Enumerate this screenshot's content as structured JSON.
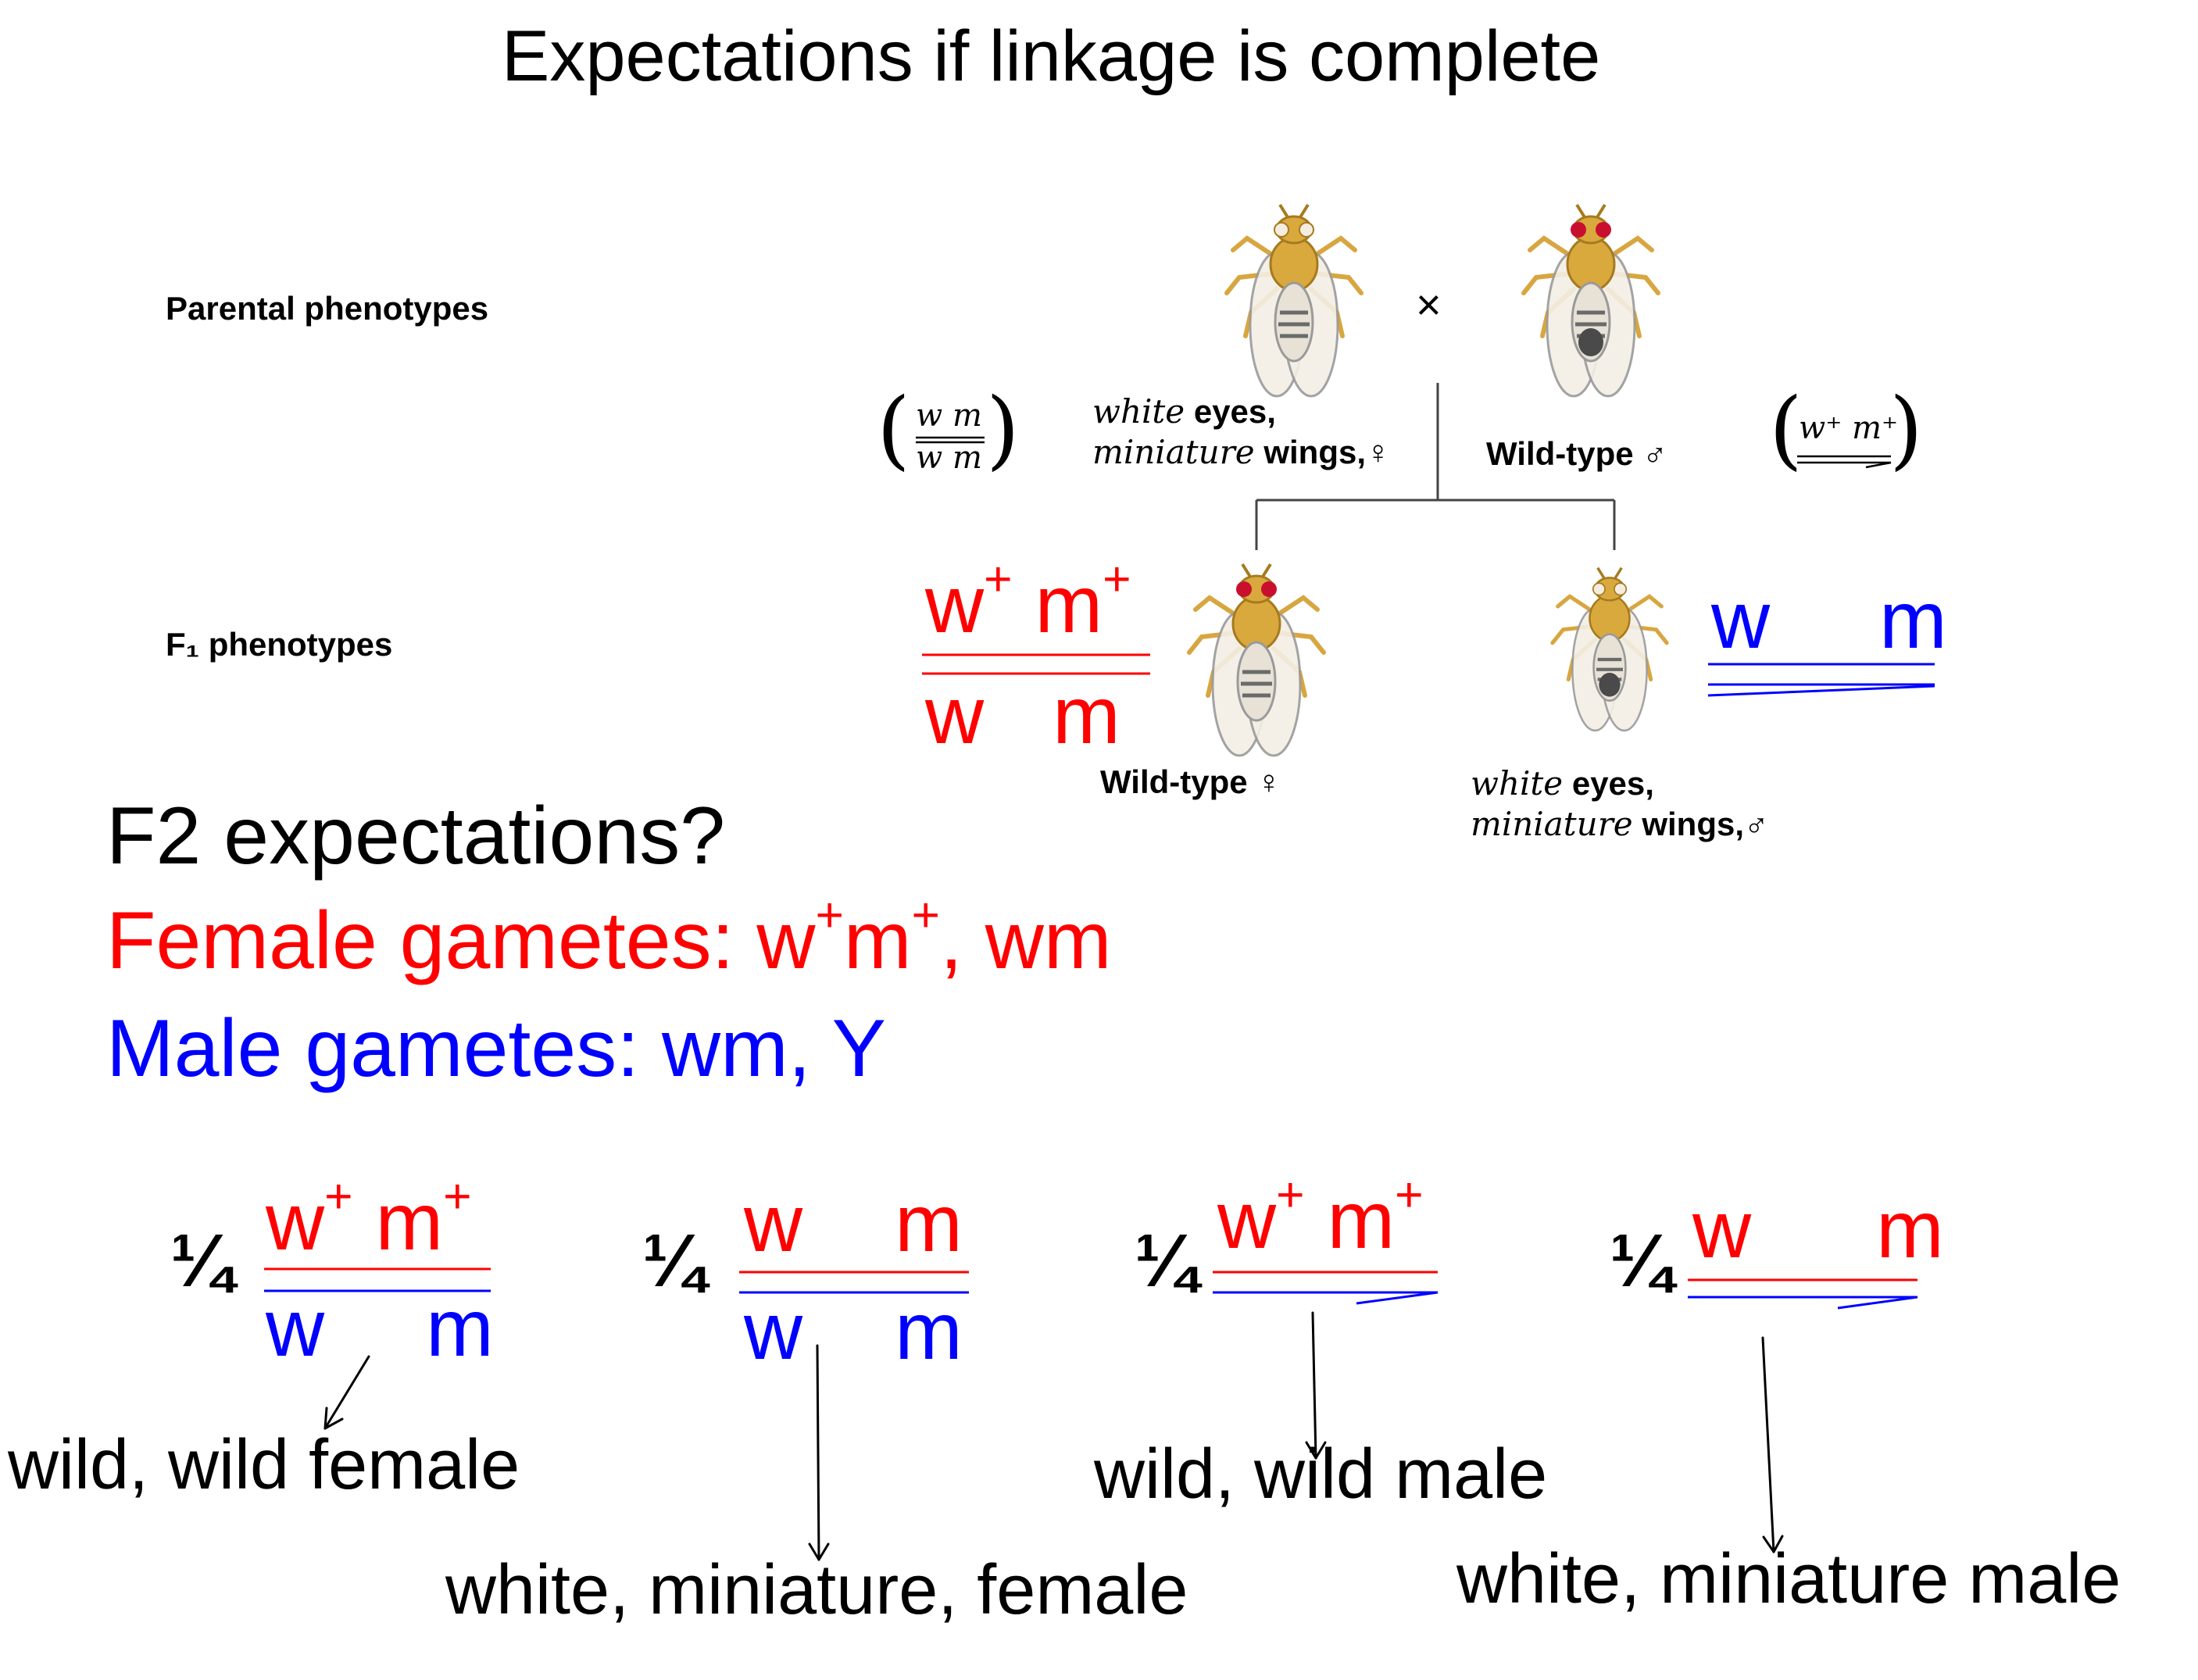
{
  "title": "Expectations if linkage is complete",
  "labels": {
    "parental_phenotypes": "Parental phenotypes",
    "f1_phenotypes": "F₁ phenotypes",
    "cross_symbol": "×"
  },
  "parents": {
    "female": {
      "genotype_top": "w m",
      "genotype_bottom": "w m",
      "desc_line1_italic": "white",
      "desc_line1_rest": " eyes,",
      "desc_line2_italic": "miniature",
      "desc_line2_rest": " wings,♀"
    },
    "male": {
      "genotype_top": "w⁺ m⁺",
      "desc": "Wild-type ♂"
    }
  },
  "f1": {
    "female": {
      "top_w": "w",
      "top_m": "m",
      "plus": "+",
      "bottom_w": "w",
      "bottom_m": "m",
      "desc": "Wild-type ♀"
    },
    "male": {
      "top_w": "w",
      "top_m": "m",
      "desc_line1_italic": "white",
      "desc_line1_rest": " eyes,",
      "desc_line2_italic": "miniature",
      "desc_line2_rest": " wings,♂"
    }
  },
  "questions": {
    "f2": "F2 expectations?",
    "female_gametes_prefix": "Female gametes: w",
    "female_gametes_mid": "m",
    "female_gametes_suffix": ", wm",
    "plus": "+",
    "male_gametes": "Male gametes: wm, Y"
  },
  "offspring": [
    {
      "fraction": "¼",
      "top_w": "w",
      "top_m": "m",
      "top_plus": true,
      "bottom_w": "w",
      "bottom_m": "m",
      "result": "wild, wild female"
    },
    {
      "fraction": "¼",
      "top_w": "w",
      "top_m": "m",
      "top_plus": false,
      "bottom_w": "w",
      "bottom_m": "m",
      "result": "white, miniature, female"
    },
    {
      "fraction": "¼",
      "top_w": "w",
      "top_m": "m",
      "top_plus": true,
      "result": "wild, wild male"
    },
    {
      "fraction": "¼",
      "top_w": "w",
      "top_m": "m",
      "top_plus": false,
      "result": "white, miniature male"
    }
  ],
  "colors": {
    "female_chromosome": "#ff0000",
    "male_chromosome": "#0000ff",
    "text": "#000000"
  }
}
